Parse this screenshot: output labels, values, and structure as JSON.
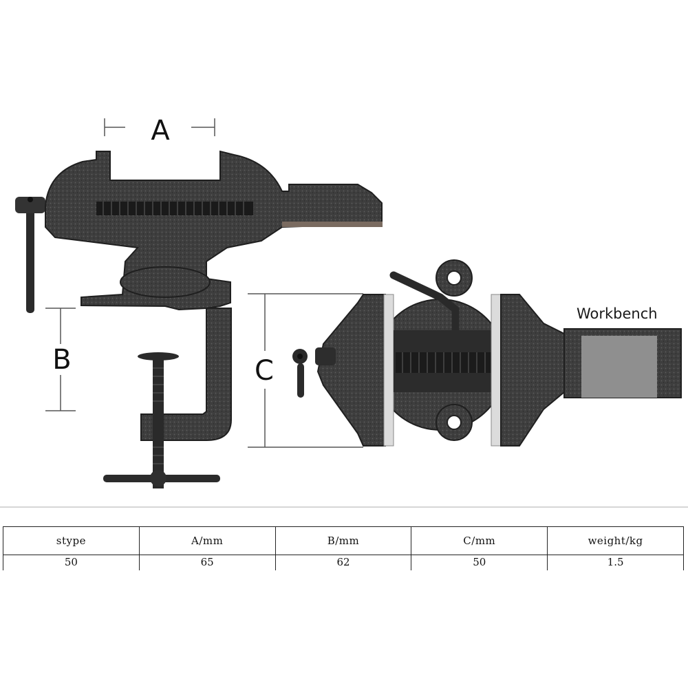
{
  "figure": {
    "dimension_labels": {
      "a": "A",
      "b": "B",
      "c": "C"
    },
    "workbench_label": "Workbench"
  },
  "spec_table": {
    "headers": [
      "stype",
      "A/mm",
      "B/mm",
      "C/mm",
      "weight/kg"
    ],
    "rows": [
      [
        "50",
        "65",
        "62",
        "50",
        "1.5"
      ]
    ]
  },
  "colors": {
    "cast_iron": "#3f3f3f",
    "cast_iron_dark": "#262626",
    "jaw_insert": "#d9d9d9",
    "workbench_block": "#8f8f8f",
    "dimension_line": "#555555"
  }
}
